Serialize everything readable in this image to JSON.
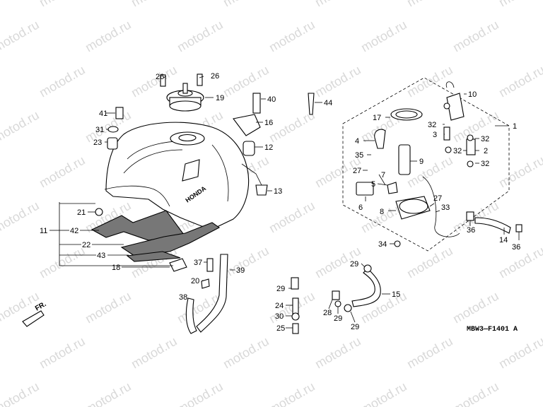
{
  "diagram_code": "MBW3—F1401 A",
  "direction_label": "FR.",
  "tank_emblem": "HONDA",
  "watermark_text": "motod.ru",
  "callouts": {
    "c1": "1",
    "c2": "2",
    "c3": "3",
    "c4": "4",
    "c5": "5",
    "c6": "6",
    "c7": "7",
    "c8": "8",
    "c9": "9",
    "c10": "10",
    "c11": "11",
    "c12": "12",
    "c13": "13",
    "c14": "14",
    "c15": "15",
    "c16": "16",
    "c17": "17",
    "c18": "18",
    "c19": "19",
    "c20": "20",
    "c21": "21",
    "c22": "22",
    "c23": "23",
    "c24": "24",
    "c25": "25",
    "c26": "26",
    "c27": "27",
    "c28": "28",
    "c29": "29",
    "c30": "30",
    "c31": "31",
    "c32": "32",
    "c33": "33",
    "c34": "34",
    "c35": "35",
    "c36": "36",
    "c37": "37",
    "c38": "38",
    "c39": "39",
    "c40": "40",
    "c41": "41",
    "c42": "42",
    "c43": "43",
    "c44": "44"
  }
}
